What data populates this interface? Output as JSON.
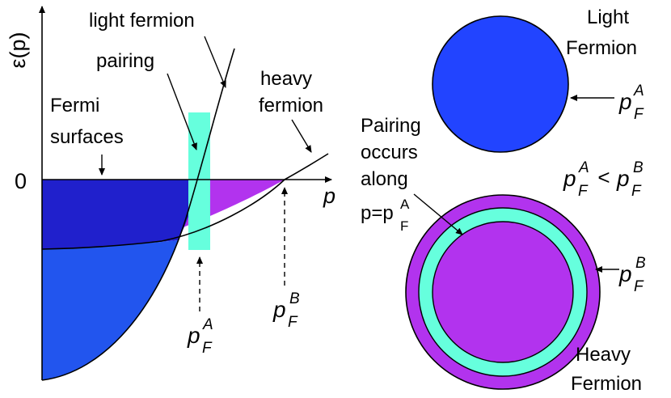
{
  "figure": {
    "axis_labels": {
      "y": "ε(p)",
      "x": "p",
      "zero": "0"
    },
    "left_labels": {
      "light_fermion": "light fermion",
      "pairing": "pairing",
      "heavy_line1": "heavy",
      "heavy_line2": "fermion",
      "fermi_line1": "Fermi",
      "fermi_line2": "surfaces"
    },
    "momentum_labels": {
      "pfA_main": "p",
      "pfA_sub": "F",
      "pfA_sup": "A",
      "pfB_main": "p",
      "pfB_sub": "F",
      "pfB_sup": "B"
    },
    "right_labels": {
      "light_line1": "Light",
      "light_line2": "Fermion",
      "heavy_line1": "Heavy",
      "heavy_line2": "Fermion",
      "pairing_line1": "Pairing",
      "pairing_line2": "occurs",
      "pairing_line3": "along",
      "pairing_eq_main": "p=p",
      "pairing_eq_sub": "F",
      "pairing_eq_sup": "A",
      "ineq_lt": "<",
      "p": "p",
      "F": "F",
      "A": "A",
      "B": "B"
    },
    "colors": {
      "light_fill": "#2255ee",
      "light_fill_dark": "#2020cc",
      "heavy_fill": "#b233ee",
      "pairing_fill": "#66ffdd",
      "line": "#000000"
    }
  }
}
